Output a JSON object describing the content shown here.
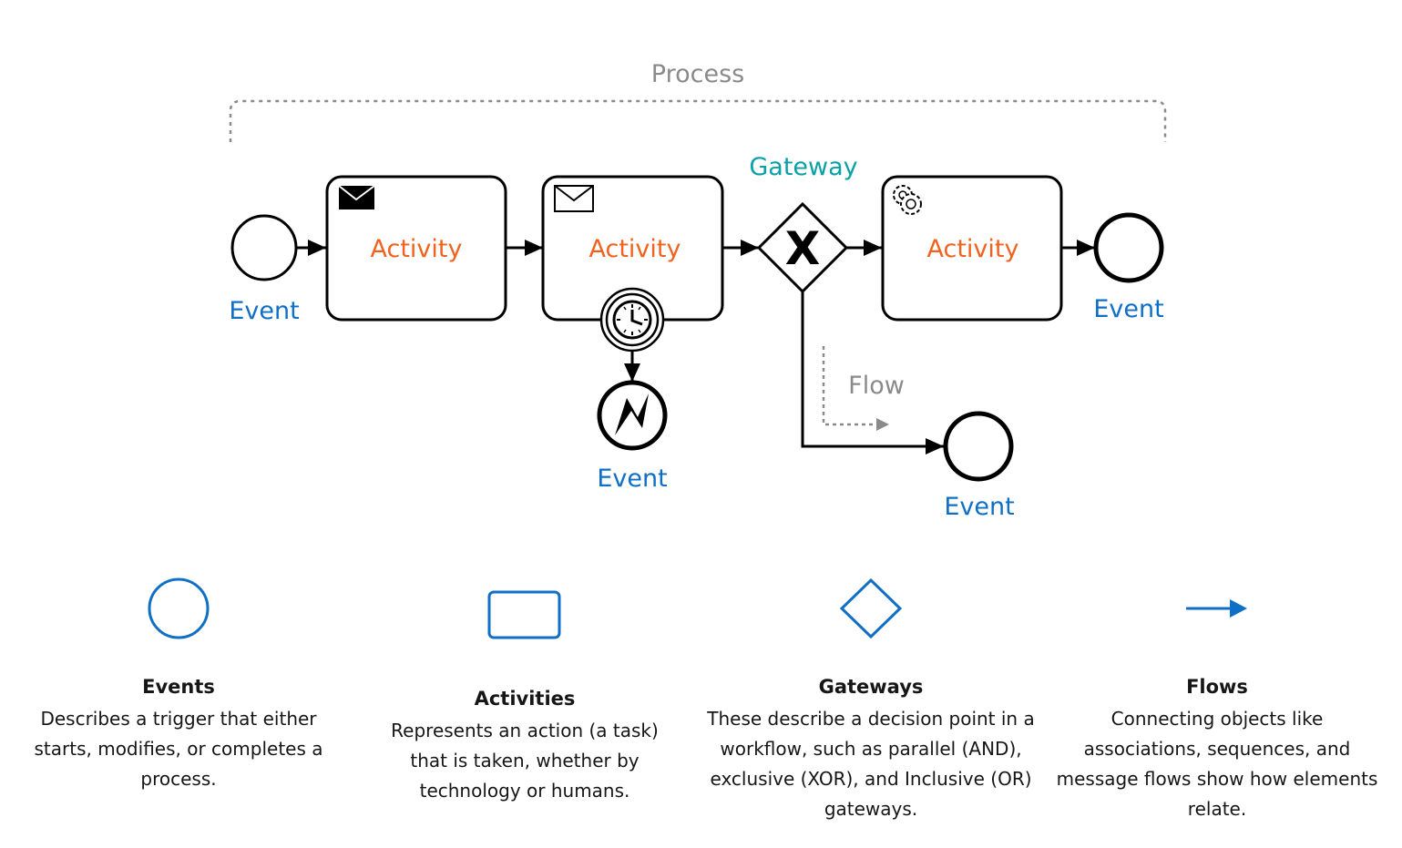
{
  "diagram": {
    "process_label": "Process",
    "gateway_label": "Gateway",
    "flow_label": "Flow",
    "event_labels": [
      "Event",
      "Event",
      "Event",
      "Event"
    ],
    "activity_labels": [
      "Activity",
      "Activity",
      "Activity"
    ],
    "gateway_symbol": "X"
  },
  "legend": [
    {
      "icon": "circle-icon",
      "title": "Events",
      "description": "Describes a trigger that either starts, modifies, or completes a process."
    },
    {
      "icon": "rectangle-icon",
      "title": "Activities",
      "description": "Represents an action (a task) that is taken, whether by technology or humans."
    },
    {
      "icon": "diamond-icon",
      "title": "Gateways",
      "description": "These describe a decision point in a workflow, such as parallel (AND), exclusive (XOR), and Inclusive (OR) gateways."
    },
    {
      "icon": "arrow-icon",
      "title": "Flows",
      "description": "Connecting objects like associations, sequences, and message flows show how elements relate."
    }
  ],
  "colors": {
    "event": "#0f6fc6",
    "activity": "#f0621e",
    "gateway": "#0aa0a8",
    "process": "#8a8a8a",
    "shape_stroke": "#000000"
  }
}
